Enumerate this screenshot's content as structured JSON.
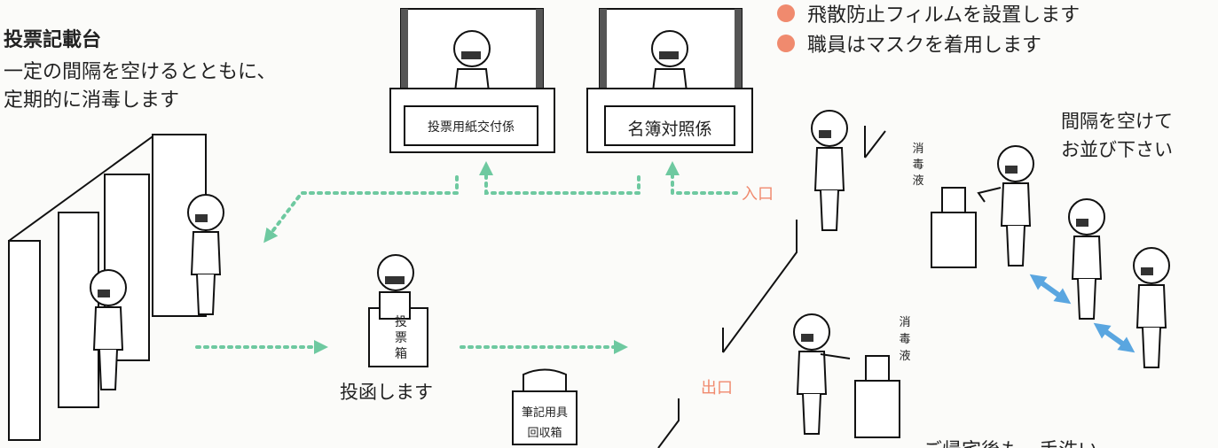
{
  "header": {
    "title": "投票記載台",
    "desc_line1": "一定の間隔を空けるとともに、",
    "desc_line2": "定期的に消毒します"
  },
  "bullets": [
    "飛散防止フィルムを設置します",
    "職員はマスクを着用します"
  ],
  "booths": {
    "left_label": "投票用紙交付係",
    "right_label": "名簿対照係"
  },
  "entrance": "入口",
  "exit": "出口",
  "ballot_box": {
    "label": [
      "投",
      "票",
      "箱"
    ]
  },
  "deposit_text": "投函します",
  "pen_box": {
    "line1": "筆記用具",
    "line2": "回収箱"
  },
  "sanitizer": {
    "label": [
      "消",
      "毒",
      "液"
    ]
  },
  "queue_note": {
    "line1": "間隔を空けて",
    "line2": "お並び下さい"
  },
  "bottom_note": "ご帰宅後も、手洗い",
  "colors": {
    "bullet": "#f08a6e",
    "arrow": "#6ec9a0",
    "distance": "#5aa6e0"
  }
}
